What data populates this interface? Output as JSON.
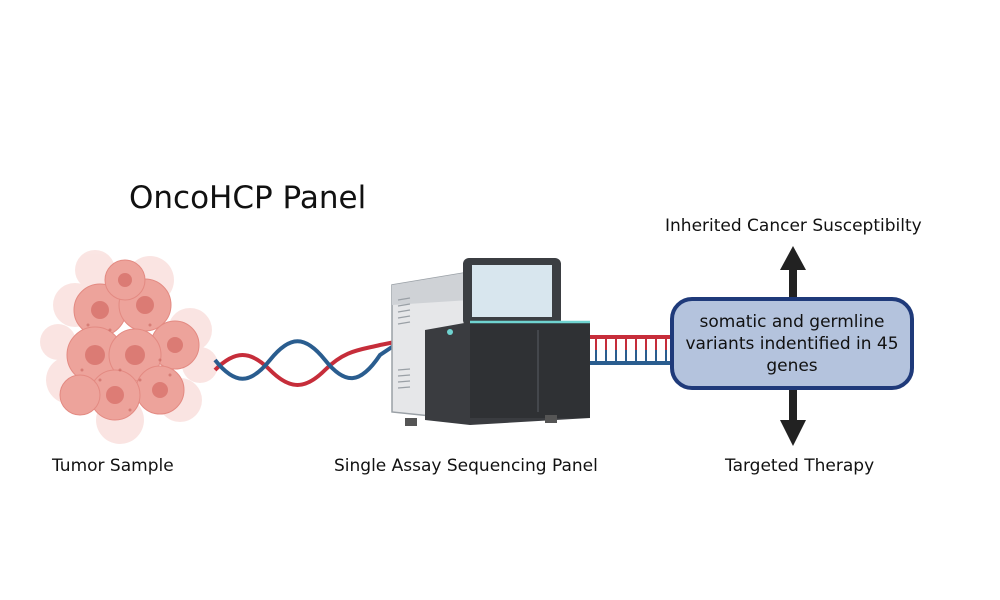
{
  "title": "OncoHCP Panel",
  "steps": {
    "tumor": {
      "label": "Tumor Sample"
    },
    "sequencer": {
      "label": "Single Assay Sequencing Panel"
    },
    "result": {
      "text": "somatic and germline variants indentified in 45 genes"
    }
  },
  "outcomes": {
    "top": "Inherited Cancer Susceptibilty",
    "bottom": "Targeted Therapy"
  },
  "colors": {
    "result_fill": "#b4c3dd",
    "result_border": "#1f3a7a",
    "dna_red": "#c62d3a",
    "dna_blue": "#2a5d8f",
    "tumor": "#e8928a",
    "arrow": "#222222"
  },
  "icons": [
    "tumor-cell-cluster-icon",
    "dna-helix-icon",
    "sequencer-machine-icon",
    "dna-ladder-icon",
    "arrow-up-icon",
    "arrow-down-icon"
  ]
}
